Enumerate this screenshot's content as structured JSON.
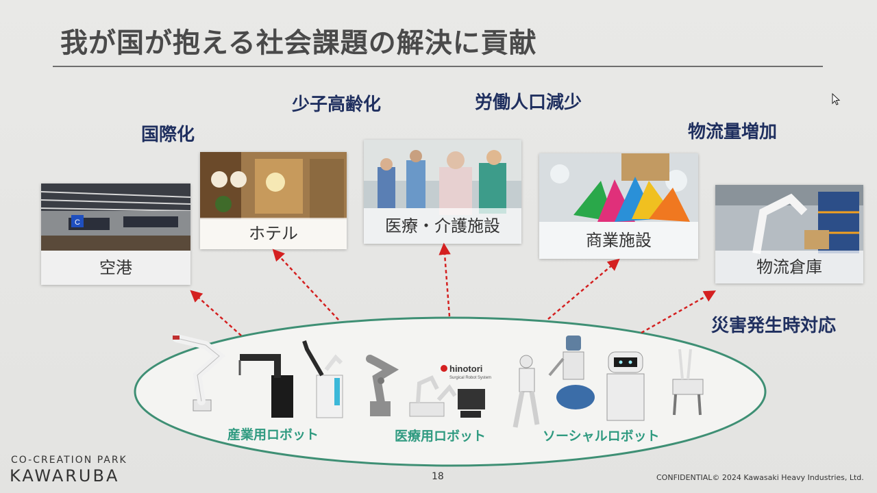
{
  "slide": {
    "title": "我が国が抱える社会課題の解決に貢献",
    "categories": {
      "internationalization": "国際化",
      "aging": "少子高齢化",
      "labor": "労働人口減少",
      "logistics_volume": "物流量増加",
      "disaster": "災害発生時対応"
    },
    "facilities": [
      {
        "id": "airport",
        "label": "空港"
      },
      {
        "id": "hotel",
        "label": "ホテル"
      },
      {
        "id": "medical",
        "label": "医療・介護施設"
      },
      {
        "id": "commercial",
        "label": "商業施設"
      },
      {
        "id": "warehouse",
        "label": "物流倉庫"
      }
    ],
    "robot_groups": {
      "industrial": "産業用ロボット",
      "medical": "医療用ロボット",
      "social": "ソーシャルロボット"
    },
    "hinotori_logo": "hinotori",
    "hinotori_sub": "Surgical Robot System",
    "airport_gate": "C"
  },
  "footer": {
    "brand_line1": "CO-CREATION PARK",
    "brand_line2": "KAWARUBA",
    "page_number": "18",
    "confidential": "CONFIDENTIAL© 2024 Kawasaki Heavy Industries, Ltd."
  },
  "colors": {
    "category_text": "#1f2f5f",
    "robot_label": "#2f9a80",
    "ellipse_stroke": "#3e8f74",
    "arrow": "#d42020"
  }
}
